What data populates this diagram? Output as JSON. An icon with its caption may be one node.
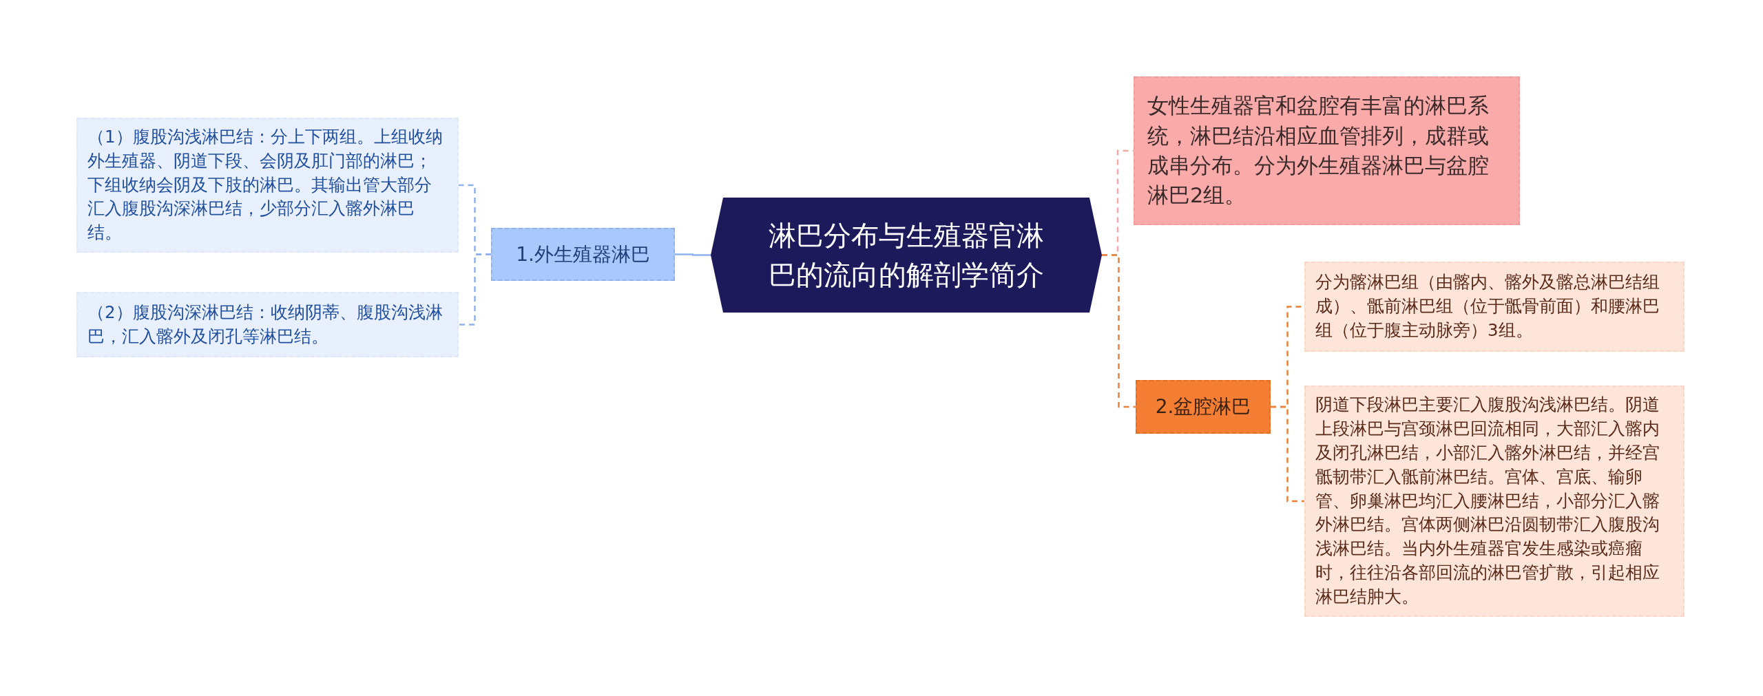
{
  "diagram": {
    "nodes": [
      {
        "text": [
          "淋巴分布与生殖器官淋巴的流向的解剖学简介"
        ]
      },
      {
        "text": [
          "1.外生殖器淋巴"
        ]
      },
      {
        "text": [
          "（1）腹股沟浅淋巴结：分上下两组。上组收纳外生殖器、阴道下段、会阴及肛门部的淋巴；下组收纳会阴及下肢的淋巴。其输出管大部分汇入腹股沟深淋巴结，少部分汇入髂外淋巴结。"
        ]
      },
      {
        "text": [
          "（2）腹股沟深淋巴结：收纳阴蒂、腹股沟浅淋巴，汇入髂外及闭孔等淋巴结。"
        ]
      },
      {
        "text": [
          "女性生殖器官和盆腔有丰富的淋巴系统，淋巴结沿相应血管排列，成群或成串分布。分为外生殖器淋巴与盆腔淋巴2组。"
        ]
      },
      {
        "text": [
          "2.盆腔淋巴"
        ]
      },
      {
        "text": [
          "分为髂淋巴组（由髂内、髂外及髂总淋巴结组成）、骶前淋巴组（位于骶骨前面）和腰淋巴组（位于腹主动脉旁）3组。"
        ]
      },
      {
        "text": [
          "阴道下段淋巴主要汇入腹股沟浅淋巴结。阴道上段淋巴与宫颈淋巴回流相同，大部汇入髂内及闭孔淋巴结，小部汇入髂外淋巴结，并经宫骶韧带汇入骶前淋巴结。宫体、宫底、输卵管、卵巢淋巴均汇入腰淋巴结，小部分汇入髂外淋巴结。宫体两侧淋巴沿圆韧带汇入腹股沟浅淋巴结。当内外生殖器官发生感染或癌瘤时，往往沿各部回流的淋巴管扩散，引起相应淋巴结肿大。"
        ]
      }
    ],
    "edges": [
      {
        "from": 0,
        "to": 1,
        "arrow": "none",
        "color": "#8fb2ee"
      },
      {
        "from": 1,
        "to": 2,
        "arrow": "none",
        "style": "dashed",
        "color": "#8fb2ee"
      },
      {
        "from": 1,
        "to": 3,
        "arrow": "none",
        "style": "dashed",
        "color": "#8fb2ee"
      },
      {
        "from": 0,
        "to": 4,
        "arrow": "none",
        "style": "dashed",
        "color": "#f0a8a8"
      },
      {
        "from": 0,
        "to": 5,
        "arrow": "none",
        "style": "dashed",
        "color": "#e8823a"
      },
      {
        "from": 5,
        "to": 6,
        "arrow": "none",
        "style": "dashed",
        "color": "#e8823a"
      },
      {
        "from": 5,
        "to": 7,
        "arrow": "none",
        "style": "dashed",
        "color": "#e8823a"
      }
    ]
  }
}
